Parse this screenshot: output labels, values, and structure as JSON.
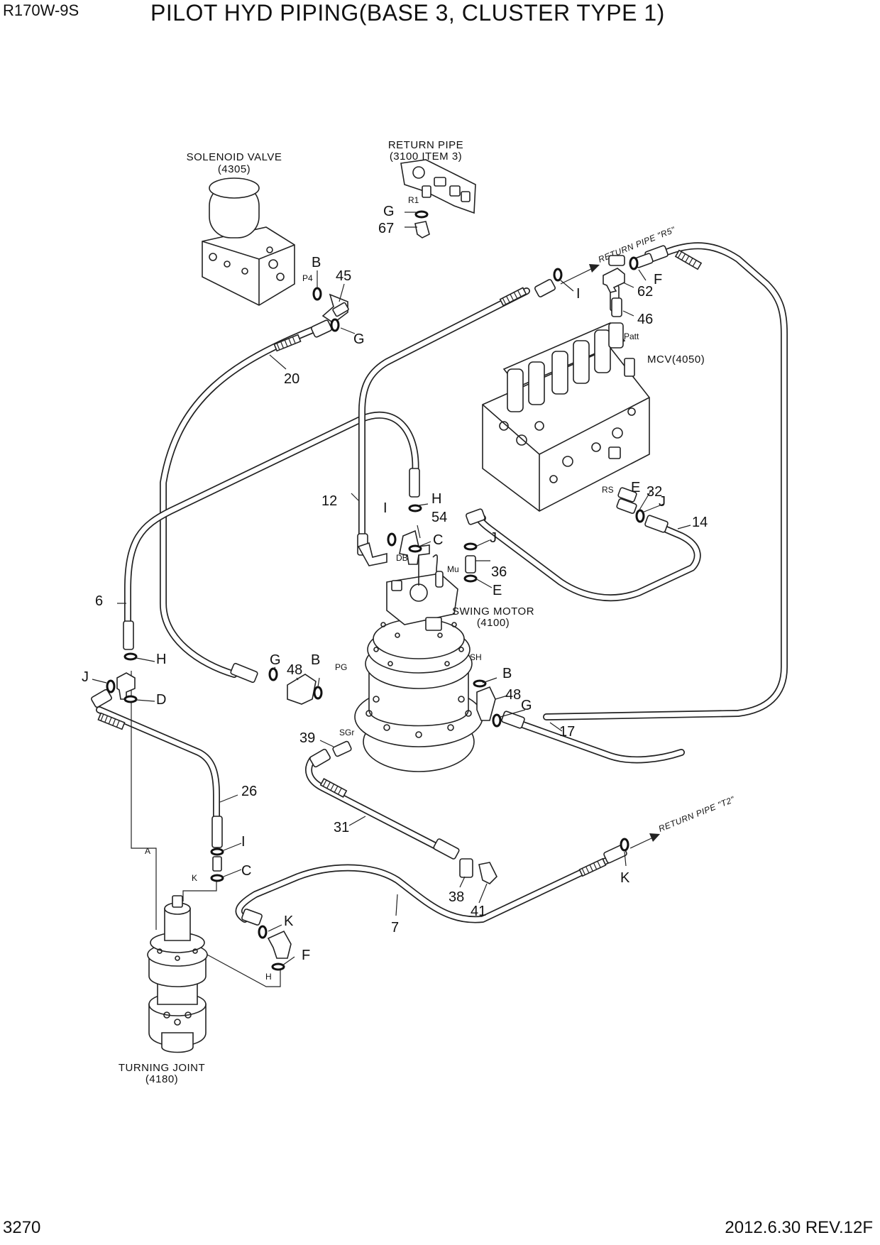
{
  "header": {
    "model": "R170W-9S",
    "title": "PILOT HYD PIPING(BASE 3, CLUSTER TYPE 1)"
  },
  "footer": {
    "page_number": "3270",
    "revision": "2012.6.30  REV.12F"
  },
  "components": {
    "solenoid_valve": {
      "name": "SOLENOID VALVE",
      "ref": "(4305)"
    },
    "return_pipe": {
      "name": "RETURN PIPE",
      "ref": "(3100 ITEM 3)"
    },
    "mcv": {
      "name": "MCV(4050)"
    },
    "swing_motor": {
      "name": "SWING MOTOR",
      "ref": "(4100)"
    },
    "turning_joint": {
      "name": "TURNING JOINT",
      "ref": "(4180)"
    }
  },
  "return_arrows": {
    "r5": "RETURN PIPE \"R5\"",
    "t2": "RETURN PIPE \"T2\""
  },
  "ports": {
    "p4": "P4",
    "r1": "R1",
    "patt": "Patt",
    "rs": "RS",
    "db": "DB",
    "mu": "Mu",
    "pg": "PG",
    "sh": "SH",
    "sgr": "SGr",
    "a": "A",
    "k": "K",
    "h": "H"
  },
  "callouts": {
    "c45": "45",
    "c20": "20",
    "c12": "12",
    "c6": "6",
    "c54": "54",
    "c36": "36",
    "c32": "32",
    "c14": "14",
    "c62": "62",
    "c46": "46",
    "c48a": "48",
    "c48b": "48",
    "c39": "39",
    "c31": "31",
    "c38": "38",
    "c41": "41",
    "c17": "17",
    "c26": "26",
    "c7": "7",
    "c67": "67",
    "B1": "B",
    "G1": "G",
    "I1": "I",
    "F1": "F",
    "H1": "H",
    "I2": "I",
    "C1": "C",
    "E1": "E",
    "J1": "J",
    "J2": "J",
    "E2": "E",
    "G2": "G",
    "B2": "B",
    "B3": "B",
    "G3": "G",
    "H2": "H",
    "J3": "J",
    "D1": "D",
    "I3": "I",
    "C2": "C",
    "K1": "K",
    "K2": "K",
    "F2": "F",
    "G4": "G"
  }
}
